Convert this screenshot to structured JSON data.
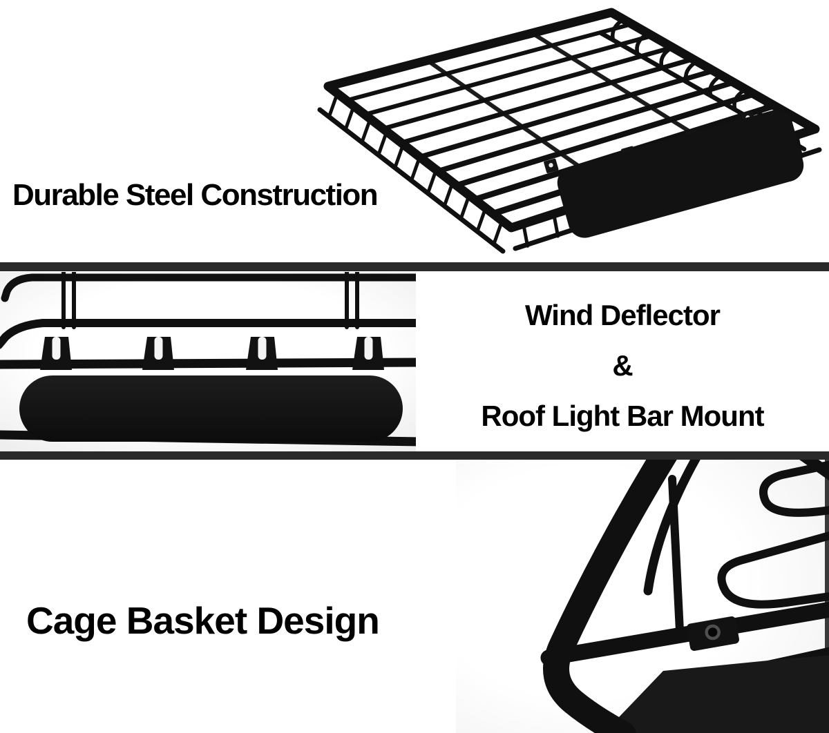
{
  "page_title": "Roof cargo basket feature collage",
  "colors": {
    "page-bg": "#ffffff",
    "text": "#000000",
    "divider": "#2a2a2a",
    "tube": "#101010",
    "panel": "#121212",
    "photo-bg": "#f4f4f4"
  },
  "sections": [
    {
      "caption": "Durable Steel Construction",
      "image_description": "Black steel roof cargo basket with wind deflector, three-quarter overhead view"
    },
    {
      "caption_lines": [
        "Wind Deflector",
        "&",
        "Roof Light Bar Mount"
      ],
      "image_description": "Close-up of wind deflector panel with four roof light bar mounting tabs on steel tubes"
    },
    {
      "caption": "Cage Basket Design",
      "image_description": "Close-up of welded steel cage basket corner with curved tubing"
    }
  ]
}
